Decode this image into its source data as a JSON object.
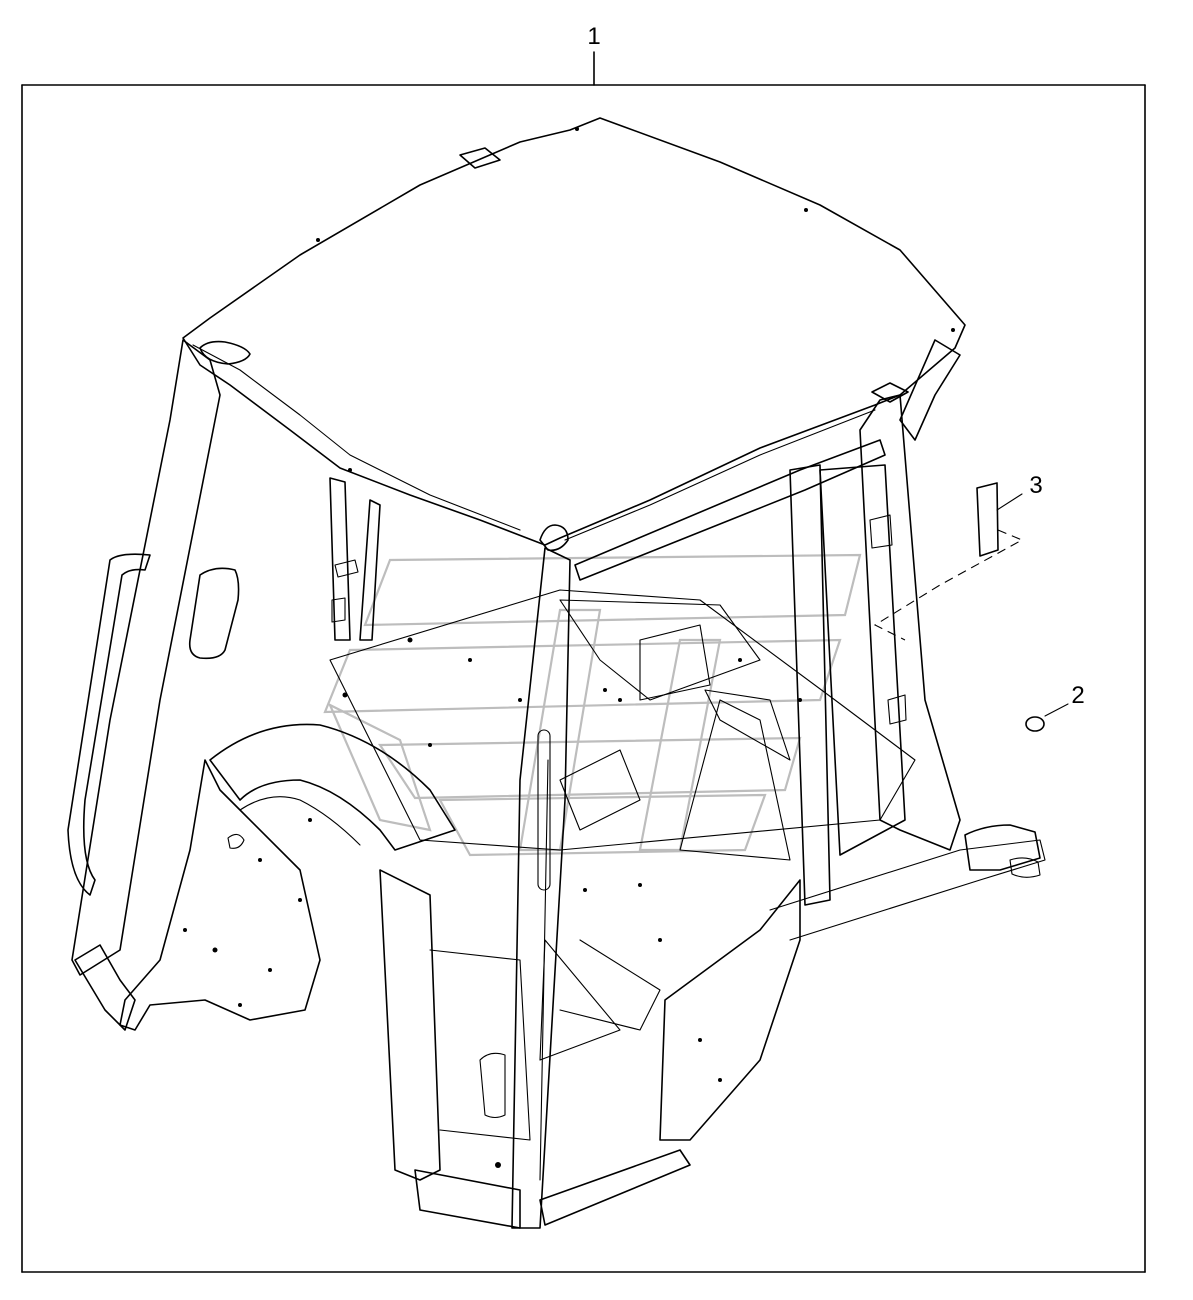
{
  "callouts": [
    {
      "id": "1",
      "label": "1"
    },
    {
      "id": "2",
      "label": "2"
    },
    {
      "id": "3",
      "label": "3"
    }
  ],
  "colors": {
    "line": "#000000",
    "background": "#ffffff",
    "watermark": "#bdbdbd"
  }
}
